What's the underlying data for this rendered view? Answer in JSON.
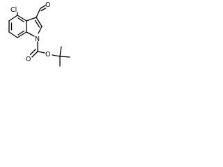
{
  "molecule": {
    "atom_labels": {
      "chlorine": "Cl",
      "aldehyde_oxygen": "O",
      "nitrogen": "N",
      "carbonyl_oxygen": "O",
      "ester_oxygen": "O"
    }
  }
}
